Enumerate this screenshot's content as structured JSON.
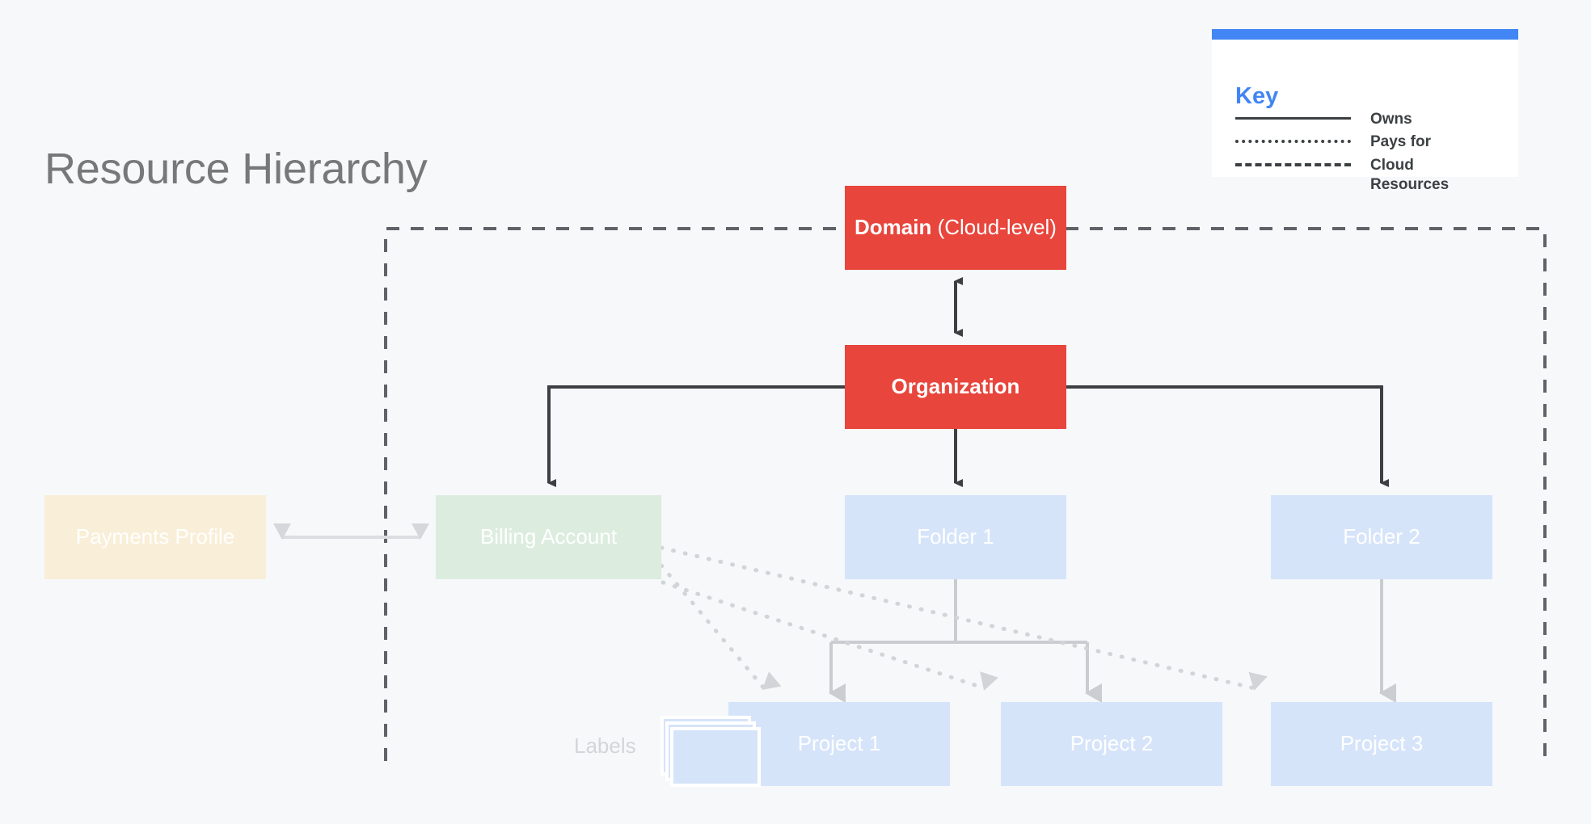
{
  "page": {
    "title": "Resource Hierarchy",
    "background_color": "#F6F8FA"
  },
  "key": {
    "title": "Key",
    "accent_color": "#4285F4",
    "rows": [
      {
        "style": "solid",
        "label": "Owns"
      },
      {
        "style": "dotted",
        "label": "Pays for"
      },
      {
        "style": "dashed",
        "label": "Cloud Resources"
      }
    ]
  },
  "diagram": {
    "type": "hierarchy",
    "cloud_boundary": {
      "line_style": "dashed",
      "color": "#5F6368",
      "note": "dashed region enclosing Cloud Resources"
    },
    "nodes": [
      {
        "id": "domain",
        "label": "Domain",
        "label_suffix": " (Cloud-level)",
        "color": "#E8453C",
        "text_color": "#FFFFFF",
        "level": "cloud"
      },
      {
        "id": "organization",
        "label": "Organization",
        "color": "#E8453C",
        "text_color": "#FFFFFF",
        "level": "organization"
      },
      {
        "id": "payments",
        "label": "Payments Profile",
        "color": "#F9EED7",
        "text_color": "#FFFFFF",
        "level": "billing"
      },
      {
        "id": "billing",
        "label": "Billing Account",
        "color": "#DCEDDF",
        "text_color": "#FFFFFF",
        "level": "billing"
      },
      {
        "id": "folder1",
        "label": "Folder 1",
        "color": "#D6E4FA",
        "text_color": "#FFFFFF",
        "level": "folder"
      },
      {
        "id": "folder2",
        "label": "Folder 2",
        "color": "#D6E4FA",
        "text_color": "#FFFFFF",
        "level": "folder"
      },
      {
        "id": "project1",
        "label": "Project 1",
        "color": "#D6E4FA",
        "text_color": "#FFFFFF",
        "level": "project"
      },
      {
        "id": "project2",
        "label": "Project 2",
        "color": "#D6E4FA",
        "text_color": "#FFFFFF",
        "level": "project"
      },
      {
        "id": "project3",
        "label": "Project 3",
        "color": "#D6E4FA",
        "text_color": "#FFFFFF",
        "level": "project"
      }
    ],
    "labels_group": {
      "label": "Labels",
      "card_count": 3,
      "attached_to": "project1"
    },
    "edges": [
      {
        "from": "domain",
        "to": "organization",
        "style": "solid",
        "arrows": "both",
        "relation": "Owns"
      },
      {
        "from": "organization",
        "to": "billing",
        "style": "solid",
        "arrows": "to",
        "relation": "Owns"
      },
      {
        "from": "organization",
        "to": "folder1",
        "style": "solid",
        "arrows": "to",
        "relation": "Owns"
      },
      {
        "from": "organization",
        "to": "folder2",
        "style": "solid",
        "arrows": "to",
        "relation": "Owns"
      },
      {
        "from": "payments",
        "to": "billing",
        "style": "solid",
        "arrows": "both",
        "relation": "Owns"
      },
      {
        "from": "folder1",
        "to": "project1",
        "style": "solid",
        "arrows": "to",
        "relation": "Owns"
      },
      {
        "from": "folder1",
        "to": "project2",
        "style": "solid",
        "arrows": "to",
        "relation": "Owns"
      },
      {
        "from": "folder2",
        "to": "project3",
        "style": "solid",
        "arrows": "to",
        "relation": "Owns"
      },
      {
        "from": "billing",
        "to": "project1",
        "style": "dotted",
        "arrows": "to",
        "relation": "Pays for"
      },
      {
        "from": "billing",
        "to": "project2",
        "style": "dotted",
        "arrows": "to",
        "relation": "Pays for"
      },
      {
        "from": "billing",
        "to": "project3",
        "style": "dotted",
        "arrows": "to",
        "relation": "Pays for"
      }
    ]
  }
}
